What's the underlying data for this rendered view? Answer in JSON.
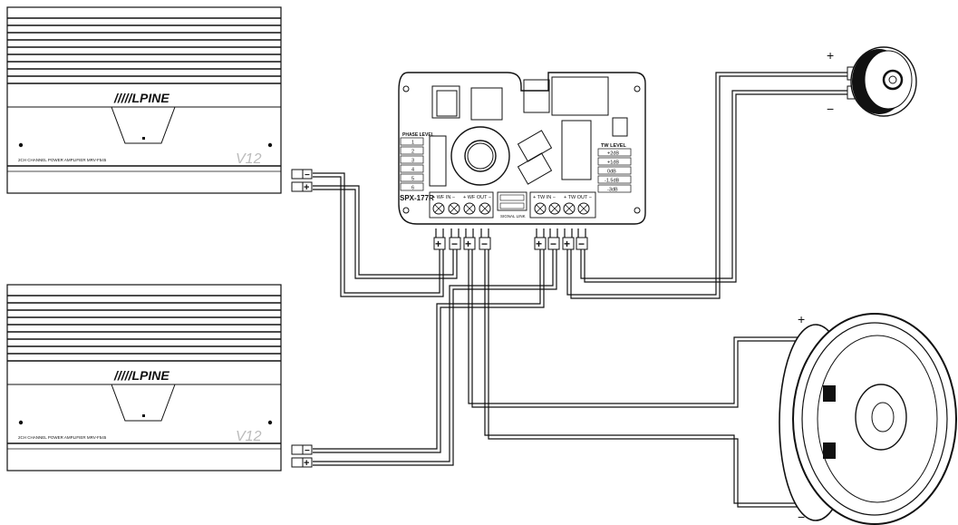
{
  "amplifiers": [
    {
      "brand": "/////LPINE",
      "model_line": "2CH CHANNEL POWER AMPLIFIER  MRV-F545",
      "badge": "V12",
      "terminal_pos": "+",
      "terminal_neg": "−"
    },
    {
      "brand": "/////LPINE",
      "model_line": "2CH CHANNEL POWER AMPLIFIER  MRV-F545",
      "badge": "V12",
      "terminal_pos": "+",
      "terminal_neg": "−"
    }
  ],
  "crossover": {
    "model": "SPX-177R",
    "phase_title": "PHASE LEVEL",
    "phase_options": [
      "1",
      "2",
      "3",
      "4",
      "5",
      "6"
    ],
    "tw_title": "TW LEVEL",
    "tw_options": [
      "+2dB",
      "+1dB",
      "0dB",
      "-1.5dB",
      "-3dB"
    ],
    "wf_in": "+ WF IN −",
    "wf_out": "+ WF OUT −",
    "tw_in": "+ TW IN −",
    "tw_out": "+ TW OUT −",
    "signal_label": "SIGNAL LINK",
    "terminal_pos": "+",
    "terminal_neg": "−"
  },
  "tweeter": {
    "plus": "+",
    "minus": "−"
  },
  "woofer": {
    "plus": "+",
    "minus": "−"
  }
}
